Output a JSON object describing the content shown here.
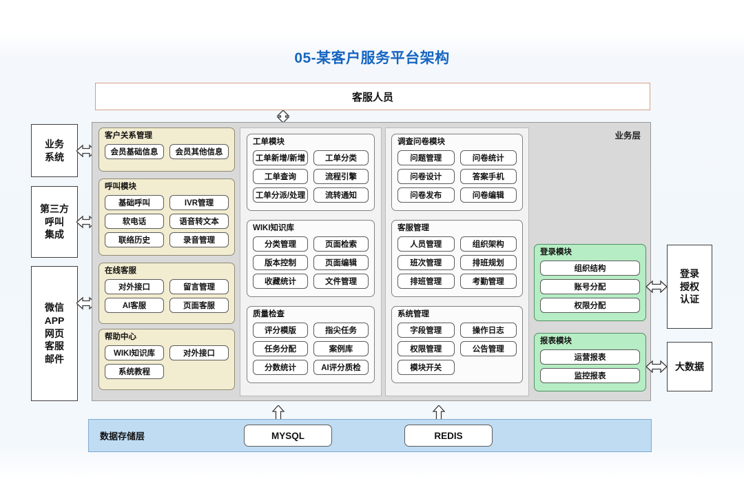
{
  "title": "05-某客户服务平台架构",
  "top_bar": {
    "label": "客服人员",
    "border_color": "#d79b86"
  },
  "business_layer": {
    "label": "业务层",
    "bg_color": "#d9d9d9"
  },
  "external_left": [
    {
      "name": "business-system",
      "label": "业务\n系统"
    },
    {
      "name": "third-party-call-integration",
      "label": "第三方\n呼叫\n集成"
    },
    {
      "name": "omnichannel-entry",
      "label": "微信\nAPP\n网页\n客服\n邮件"
    }
  ],
  "external_right": [
    {
      "name": "login-auth",
      "label": "登录\n授权\n认证"
    },
    {
      "name": "big-data",
      "label": "大数据"
    }
  ],
  "column1": [
    {
      "name": "crm",
      "title": "客户关系管理",
      "style": "beige",
      "columns": 2,
      "cells": [
        "会员基础信息",
        "会员其他信息"
      ]
    },
    {
      "name": "call-module",
      "title": "呼叫模块",
      "style": "beige",
      "columns": 2,
      "cells": [
        "基础呼叫",
        "IVR管理",
        "软电话",
        "语音转文本",
        "联络历史",
        "录音管理"
      ]
    },
    {
      "name": "online-service",
      "title": "在线客服",
      "style": "beige",
      "columns": 2,
      "cells": [
        "对外接口",
        "留言管理",
        "AI客服",
        "页面客服"
      ]
    },
    {
      "name": "help-center",
      "title": "帮助中心",
      "style": "beige",
      "columns": 2,
      "cells": [
        "WIKI知识库",
        "对外接口",
        "系统教程"
      ]
    }
  ],
  "column2": [
    {
      "name": "ticket-module",
      "title": "工单模块",
      "style": "white",
      "columns": 2,
      "cells": [
        "工单新增/新增",
        "工单分类",
        "工单查询",
        "流程引擎",
        "工单分派/处理",
        "流转通知"
      ]
    },
    {
      "name": "wiki-knowledge-base",
      "title": "WIKI知识库",
      "style": "white",
      "columns": 2,
      "cells": [
        "分类管理",
        "页面检索",
        "版本控制",
        "页面编辑",
        "收藏统计",
        "文件管理"
      ]
    },
    {
      "name": "quality-inspection",
      "title": "质量检查",
      "style": "white",
      "columns": 2,
      "cells": [
        "评分模版",
        "指尖任务",
        "任务分配",
        "案例库",
        "分数统计",
        "AI评分质检"
      ]
    }
  ],
  "column3": [
    {
      "name": "survey-module",
      "title": "调查问卷模块",
      "style": "white",
      "columns": 2,
      "cells": [
        "问题管理",
        "问卷统计",
        "问卷设计",
        "答案手机",
        "问卷发布",
        "问卷编辑"
      ]
    },
    {
      "name": "agent-management",
      "title": "客服管理",
      "style": "white",
      "columns": 2,
      "cells": [
        "人员管理",
        "组织架构",
        "班次管理",
        "排班规划",
        "排班管理",
        "考勤管理"
      ]
    },
    {
      "name": "system-management",
      "title": "系统管理",
      "style": "white",
      "columns": 2,
      "cells": [
        "字段管理",
        "操作日志",
        "权限管理",
        "公告管理",
        "模块开关"
      ]
    }
  ],
  "column4": [
    {
      "name": "login-module",
      "title": "登录模块",
      "style": "green",
      "columns": 1,
      "cells": [
        "组织结构",
        "账号分配",
        "权限分配"
      ]
    },
    {
      "name": "report-module",
      "title": "报表模块",
      "style": "green",
      "columns": 1,
      "cells": [
        "运营报表",
        "监控报表"
      ]
    }
  ],
  "data_layer": {
    "label": "数据存储层",
    "bg_color": "#bfdcf3",
    "databases": [
      "MYSQL",
      "REDIS"
    ]
  },
  "colors": {
    "title": "#1565c0",
    "beige_group": "#f2ecd0",
    "green_group": "#b6edc4",
    "business_layer": "#d9d9d9",
    "data_layer": "#bfdcf3"
  }
}
